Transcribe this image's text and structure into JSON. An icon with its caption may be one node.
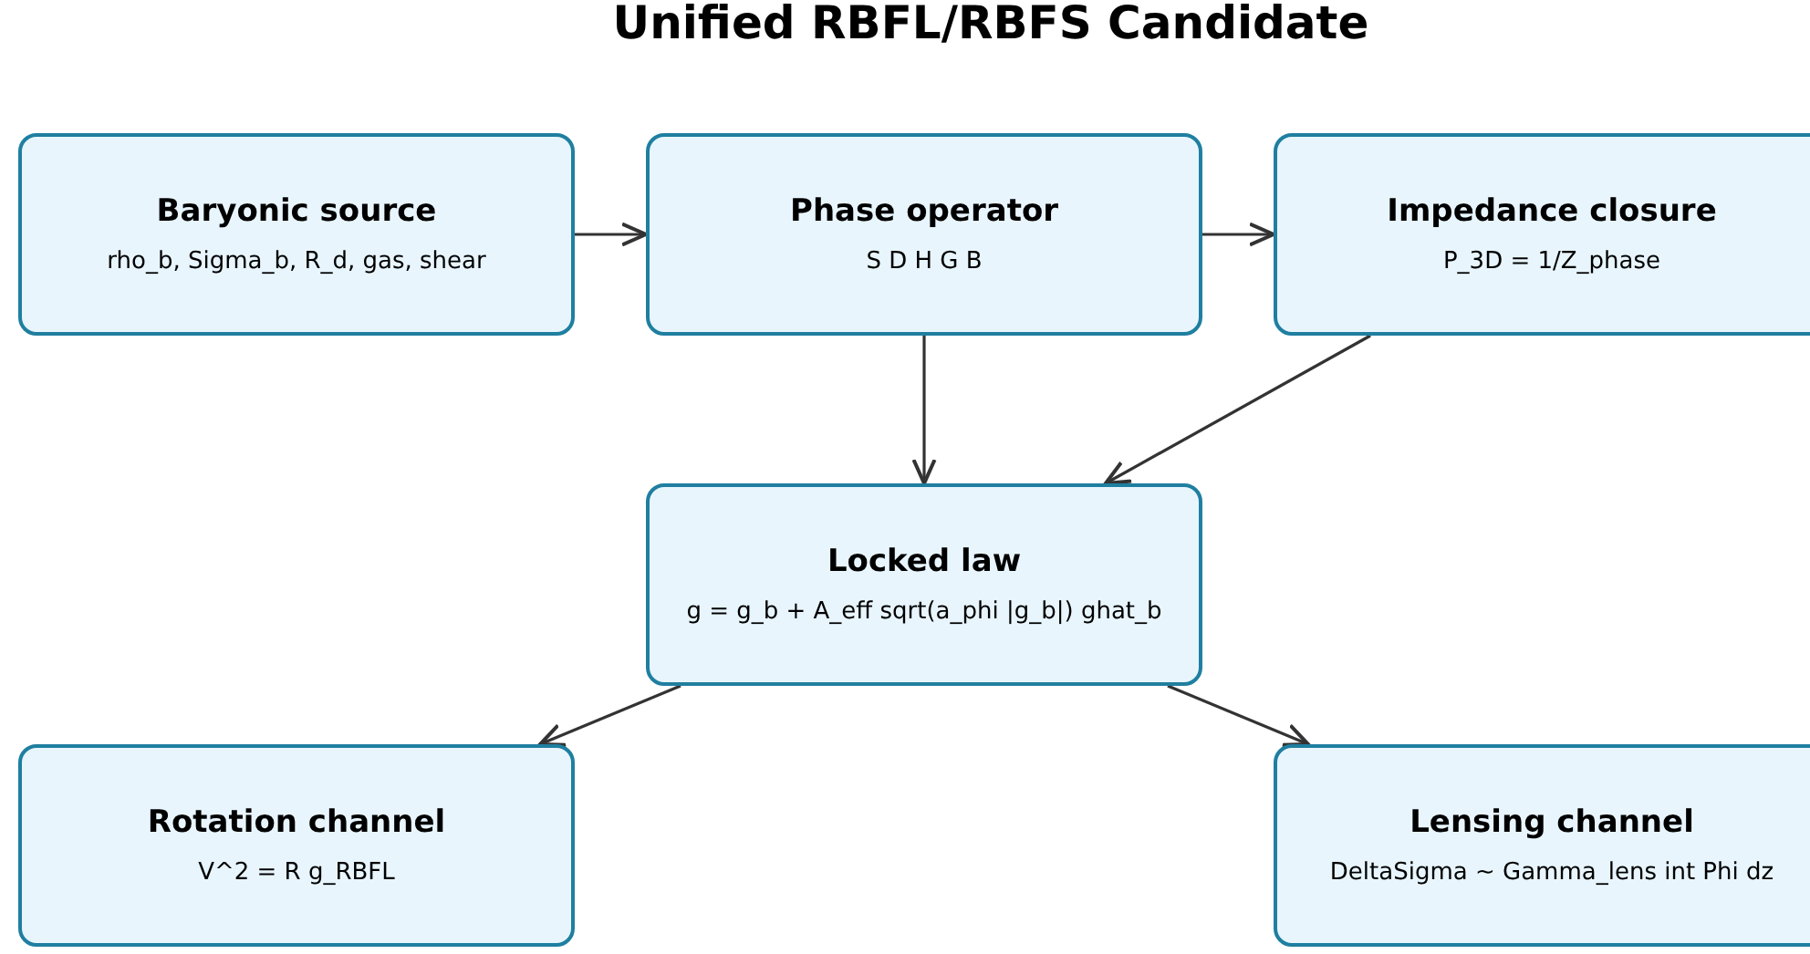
{
  "diagram": {
    "title": "Unified RBFL/RBFS Candidate",
    "nodes": [
      {
        "text": [
          "Baryonic source",
          "rho_b, Sigma_b, R_d, gas, shear"
        ]
      },
      {
        "text": [
          "Phase operator",
          "S D H G B"
        ]
      },
      {
        "text": [
          "Impedance closure",
          "P_3D = 1/Z_phase"
        ]
      },
      {
        "text": [
          "Locked law",
          "g = g_b + A_eff sqrt(a_phi |g_b|) ghat_b"
        ]
      },
      {
        "text": [
          "Rotation channel",
          "V^2 = R g_RBFL"
        ]
      },
      {
        "text": [
          "Lensing channel",
          "DeltaSigma ~ Gamma_lens int Phi dz"
        ]
      }
    ],
    "edges": [
      {
        "from": 0,
        "to": 1,
        "arrow": "to"
      },
      {
        "from": 1,
        "to": 2,
        "arrow": "to"
      },
      {
        "from": 1,
        "to": 3,
        "arrow": "to"
      },
      {
        "from": 2,
        "to": 3,
        "arrow": "to"
      },
      {
        "from": 3,
        "to": 4,
        "arrow": "to"
      },
      {
        "from": 3,
        "to": 5,
        "arrow": "to"
      }
    ]
  }
}
